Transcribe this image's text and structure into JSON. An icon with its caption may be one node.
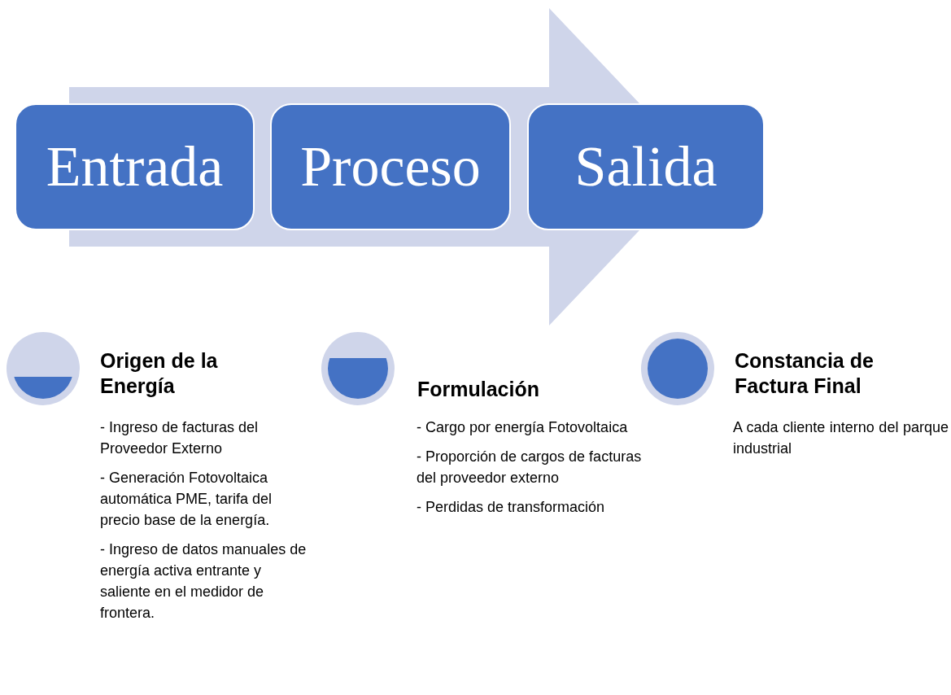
{
  "diagram": {
    "nodes": [
      {
        "text": [
          "Entrada"
        ]
      },
      {
        "text": [
          "Proceso"
        ]
      },
      {
        "text": [
          "Salida"
        ]
      },
      {
        "text": [],
        "shape": "circle",
        "beside": [
          "Origen de la Energía",
          "- Ingreso de facturas del Proveedor Externo",
          "- Generación Fotovoltaica automática PME, tarifa del precio base de la energía.",
          "- Ingreso de datos manuales de energía activa entrante y saliente en el medidor de frontera."
        ]
      },
      {
        "text": [],
        "shape": "circle",
        "beside": [
          "Formulación",
          "- Cargo por energía Fotovoltaica",
          "- Proporción de cargos de facturas del proveedor externo",
          "- Perdidas de transformación"
        ]
      },
      {
        "text": [],
        "shape": "circle",
        "beside": [
          "Constancia de Factura Final",
          "A cada cliente interno del parque industrial"
        ]
      }
    ],
    "edges": [
      {
        "from": 0,
        "to": 2,
        "arrow": "to"
      }
    ]
  }
}
